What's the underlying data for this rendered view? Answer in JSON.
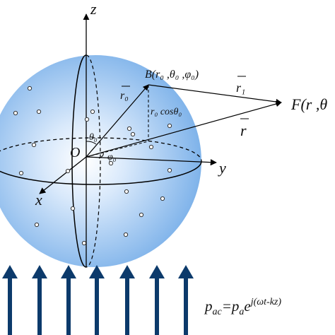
{
  "labels": {
    "axis_z": "z",
    "axis_y": "y",
    "axis_x": "x",
    "origin": "O",
    "point_b": "B(r₀ ,θ₀ ,φ₀)",
    "vec_r0": "r₀",
    "vec_r1": "r₁",
    "vec_r": "r",
    "projection": "r₀ cosθ₀",
    "theta0": "θ₀",
    "phi0": "φ₀",
    "point_f": "F(r ,θ",
    "pressure": "pac=pae^{j(ωt-kz)}"
  },
  "pressure_parts": {
    "lhs": "p",
    "lhs_sub": "ac",
    "eq": "=p",
    "rhs_sub": "a",
    "e": "e",
    "exponent": "j(ωt-kz)"
  },
  "colors": {
    "sphere_center": "#ffffff",
    "sphere_edge": "#7fb3ea",
    "arrows": "#0c3a6b",
    "lines": "#000000"
  },
  "particles": {
    "count": 21,
    "style": "small hollow circles"
  },
  "arrows": {
    "count": 7,
    "direction": "up"
  }
}
